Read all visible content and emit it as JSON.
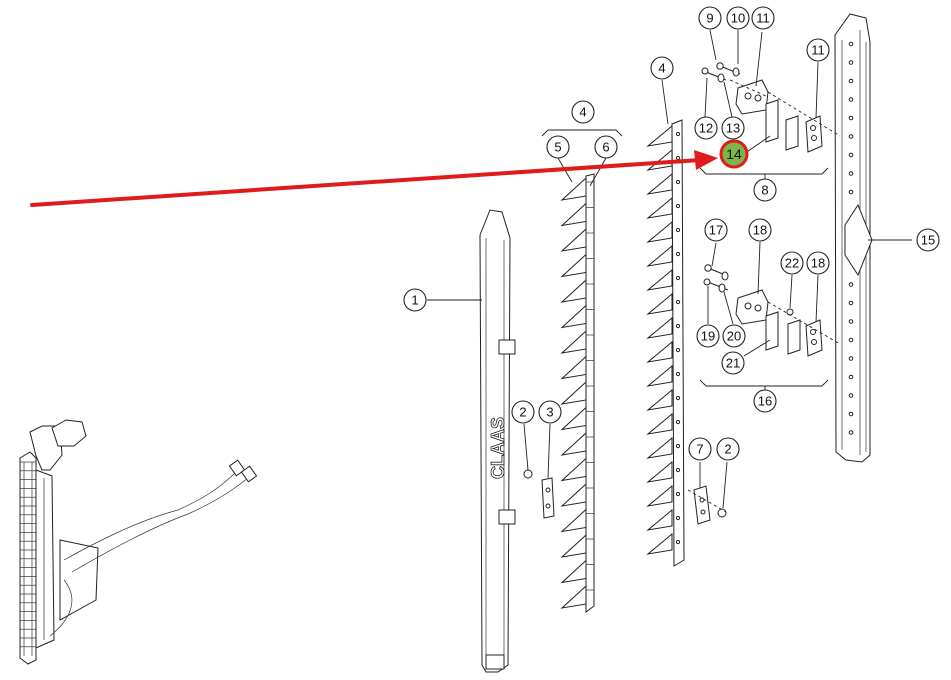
{
  "diagram": {
    "callouts": {
      "c1": "1",
      "c2a": "2",
      "c2b": "2",
      "c3": "3",
      "c4a": "4",
      "c4b": "4",
      "c5": "5",
      "c6": "6",
      "c7": "7",
      "c8": "8",
      "c9": "9",
      "c10": "10",
      "c11a": "11",
      "c11b": "11",
      "c12": "12",
      "c13": "13",
      "c14": "14",
      "c15": "15",
      "c16": "16",
      "c17": "17",
      "c18a": "18",
      "c18b": "18",
      "c19": "19",
      "c20": "20",
      "c21": "21",
      "c22": "22"
    },
    "highlight": {
      "callout": "14",
      "fill_color": "#7ab648",
      "ring_color": "#e01b1b",
      "arrow_color": "#e01b1b"
    },
    "logo_text": "CLAAS"
  }
}
